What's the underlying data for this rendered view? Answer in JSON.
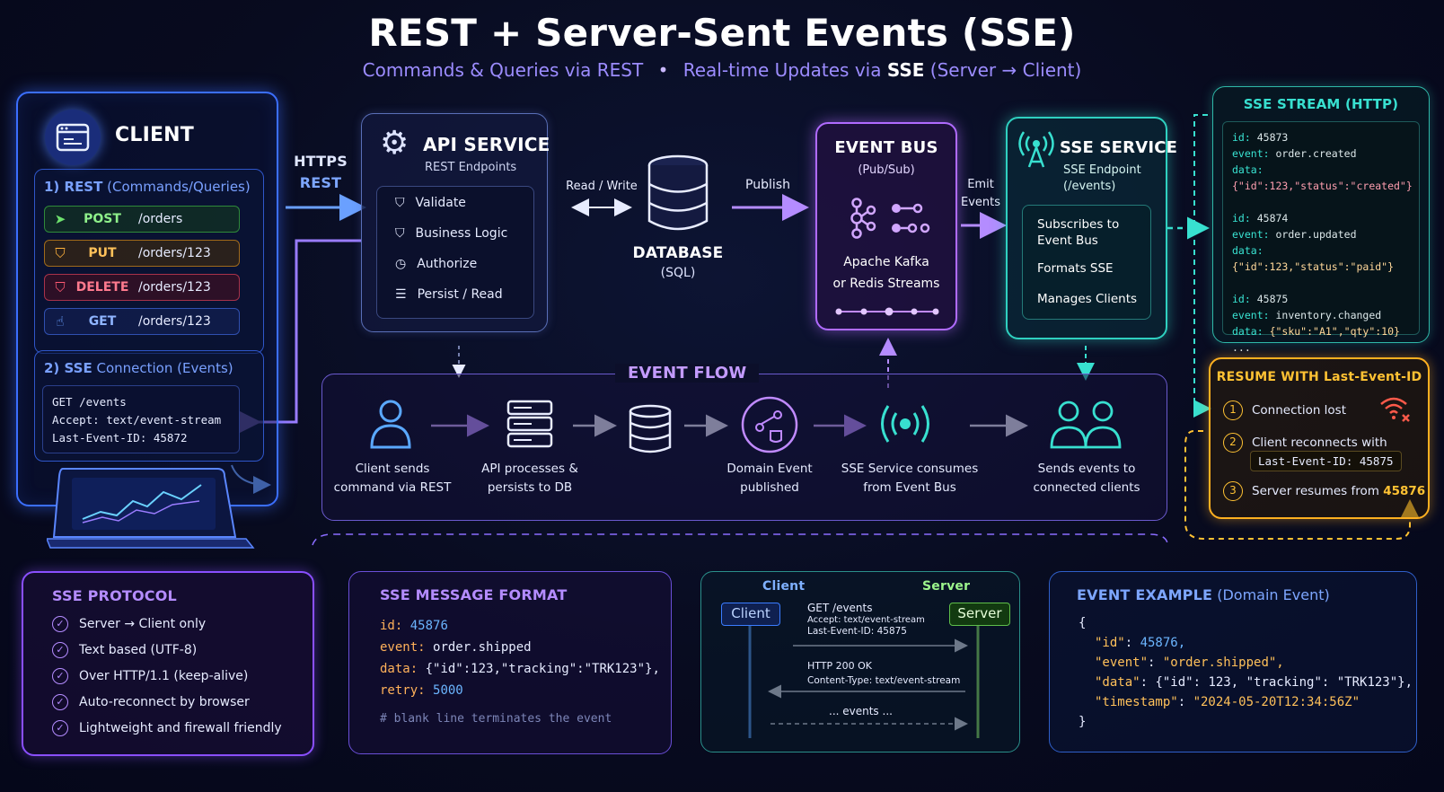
{
  "title": "REST + Server-Sent Events (SSE)",
  "subtitle": {
    "part1": "Commands & Queries via REST",
    "dot": "•",
    "part2": "Real-time Updates via",
    "sse": "SSE",
    "part3": "(Server → Client)"
  },
  "client": {
    "title": "CLIENT",
    "rest_label": "1) REST",
    "rest_sub": "(Commands/Queries)",
    "requests": [
      {
        "verb": "POST",
        "path": "/orders"
      },
      {
        "verb": "PUT",
        "path": "/orders/123"
      },
      {
        "verb": "DELETE",
        "path": "/orders/123"
      },
      {
        "verb": "GET",
        "path": "/orders/123"
      }
    ],
    "sse_label": "2) SSE",
    "sse_sub": "Connection (Events)",
    "sse_lines": [
      "GET /events",
      "Accept: text/event-stream",
      "Last-Event-ID: 45872"
    ]
  },
  "https_label": "HTTPS",
  "rest_label": "REST",
  "api": {
    "title": "API SERVICE",
    "subtitle": "REST Endpoints",
    "items": [
      "Validate",
      "Business Logic",
      "Authorize",
      "Persist / Read"
    ]
  },
  "rw_label": "Read / Write",
  "db": {
    "title": "DATABASE",
    "subtitle": "(SQL)"
  },
  "publish_label": "Publish",
  "bus": {
    "title": "EVENT BUS",
    "subtitle": "(Pub/Sub)",
    "line1": "Apache Kafka",
    "line2": "or Redis Streams"
  },
  "emit_label1": "Emit",
  "emit_label2": "Events",
  "sse_service": {
    "title": "SSE SERVICE",
    "subtitle1": "SSE Endpoint",
    "subtitle2": "(/events)",
    "items": [
      [
        "Subscribes to",
        "Event Bus"
      ],
      [
        "Formats SSE"
      ],
      [
        "Manages Clients"
      ]
    ]
  },
  "stream": {
    "title": "SSE STREAM (HTTP)",
    "events": [
      {
        "id": "45873",
        "event": "order.created",
        "data": "{\"id\":123,\"status\":\"created\"}"
      },
      {
        "id": "45874",
        "event": "order.updated",
        "data": "{\"id\":123,\"status\":\"paid\"}"
      },
      {
        "id": "45875",
        "event": "inventory.changed",
        "data": "{\"sku\":\"A1\",\"qty\":10}"
      }
    ],
    "ellipsis": "...",
    "id_key": "id:",
    "event_key": "event:",
    "data_key": "data:"
  },
  "resume": {
    "title": "RESUME WITH Last-Event-ID",
    "steps": [
      {
        "n": "1",
        "text": "Connection lost"
      },
      {
        "n": "2",
        "text": "Client reconnects with",
        "code": "Last-Event-ID: 45875"
      },
      {
        "n": "3",
        "text": "Server resumes from",
        "code": "45876"
      }
    ]
  },
  "flow": {
    "title": "EVENT FLOW",
    "steps": [
      [
        "Client sends",
        "command via REST"
      ],
      [
        "API processes &",
        "persists to DB"
      ],
      [],
      [
        "Domain Event",
        "published"
      ],
      [
        "SSE Service consumes",
        "from Event Bus"
      ],
      [
        "Sends events to",
        "connected clients"
      ]
    ]
  },
  "protocol": {
    "title": "SSE PROTOCOL",
    "items": [
      "Server → Client only",
      "Text based (UTF-8)",
      "Over HTTP/1.1 (keep-alive)",
      "Auto-reconnect by browser",
      "Lightweight and firewall friendly"
    ]
  },
  "format": {
    "title": "SSE MESSAGE FORMAT",
    "id_key": "id:",
    "id_val": "45876",
    "event_key": "event:",
    "event_val": "order.shipped",
    "data_key": "data:",
    "data_val": "{\"id\":123,\"tracking\":\"TRK123\"},",
    "retry_key": "retry:",
    "retry_val": "5000",
    "comment": "# blank line terminates the event"
  },
  "sequence": {
    "client_hdr": "Client",
    "server_hdr": "Server",
    "client_box": "Client",
    "server_box": "Server",
    "req": [
      "GET /events",
      "Accept: text/event-stream",
      "Last-Event-ID: 45875"
    ],
    "resp": [
      "HTTP 200 OK",
      "Content-Type: text/event-stream"
    ],
    "events": "... events ..."
  },
  "example": {
    "title": "EVENT EXAMPLE",
    "sub": "(Domain Event)",
    "open": "{",
    "close": "}",
    "rows": [
      {
        "k": "\"id\"",
        "v": "45876,"
      },
      {
        "k": "\"event\"",
        "v": "\"order.shipped\","
      },
      {
        "k": "\"data\"",
        "v": "{\"id\": 123, \"tracking\": \"TRK123\"},"
      },
      {
        "k": "\"timestamp\"",
        "v": "\"2024-05-20T12:34:56Z\""
      }
    ]
  },
  "colors": {
    "blue": "#4f8cff",
    "purple": "#a86bff",
    "cyan": "#29d4c4",
    "yellow": "#ffc233"
  }
}
